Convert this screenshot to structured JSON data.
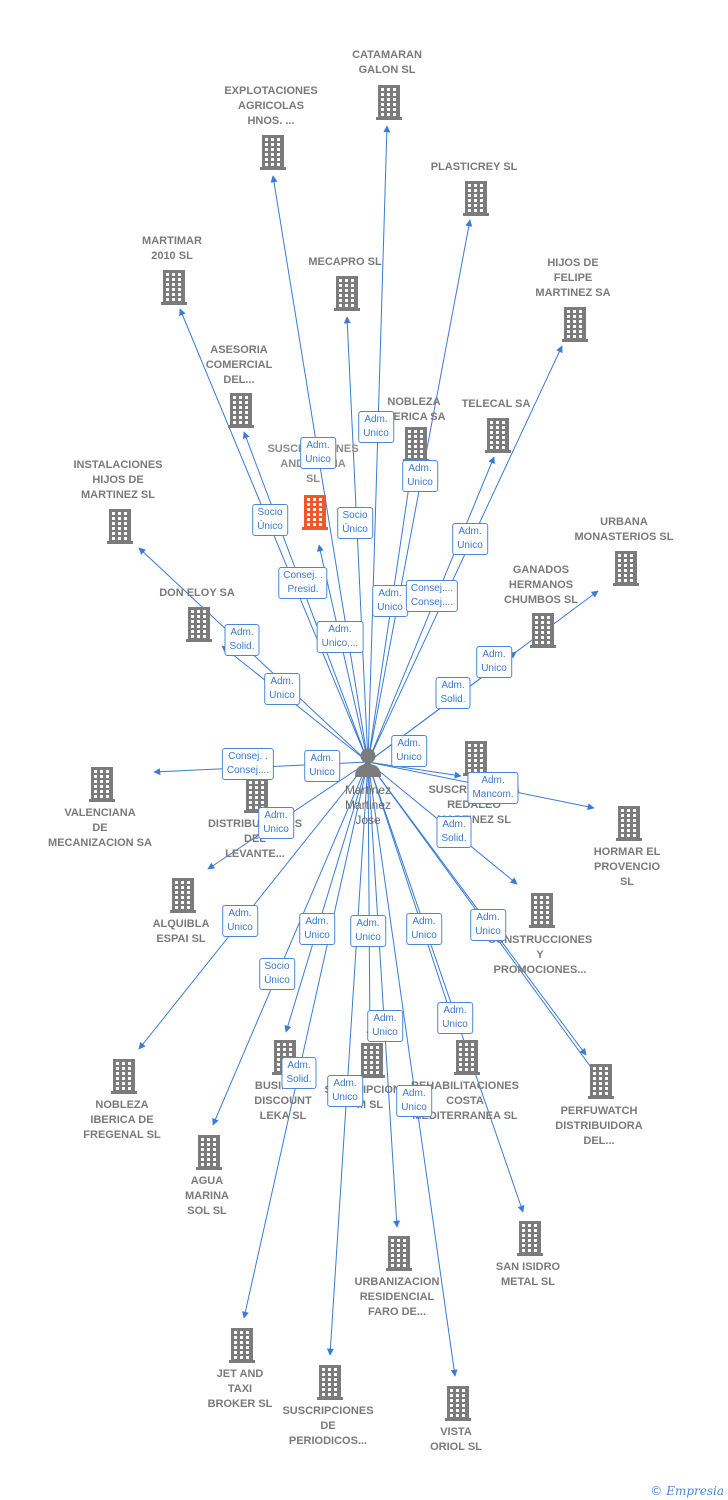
{
  "person": {
    "lines": [
      "Martinez",
      "Martinez",
      "Jose"
    ]
  },
  "companies": [
    {
      "id": "catamaran",
      "lines": [
        "CATAMARAN",
        "GALON SL"
      ],
      "highlight": false
    },
    {
      "id": "explotaciones",
      "lines": [
        "EXPLOTACIONES",
        "AGRICOLAS",
        "HNOS. ..."
      ],
      "highlight": false
    },
    {
      "id": "plasticrey",
      "lines": [
        "PLASTICREY SL"
      ],
      "highlight": false
    },
    {
      "id": "martimar",
      "lines": [
        "MARTIMAR",
        "2010 SL"
      ],
      "highlight": false
    },
    {
      "id": "mecapro",
      "lines": [
        "MECAPRO SL"
      ],
      "highlight": false
    },
    {
      "id": "hijos-felipe",
      "lines": [
        "HIJOS DE",
        "FELIPE",
        "MARTINEZ SA"
      ],
      "highlight": false
    },
    {
      "id": "asesoria",
      "lines": [
        "ASESORIA",
        "COMERCIAL",
        "DEL..."
      ],
      "highlight": false
    },
    {
      "id": "nobleza-iberica",
      "lines": [
        "NOBLEZA",
        "IBERICA SA"
      ],
      "highlight": false
    },
    {
      "id": "telecal",
      "lines": [
        "TELECAL SA"
      ],
      "highlight": false
    },
    {
      "id": "suscripciones-andalucia",
      "lines": [
        "SUSCRIPCIONES",
        "ANDALUCIA",
        "SL"
      ],
      "highlight": true
    },
    {
      "id": "instalaciones",
      "lines": [
        "INSTALACIONES",
        "HIJOS DE",
        "MARTINEZ SL"
      ],
      "highlight": false
    },
    {
      "id": "urbana",
      "lines": [
        "URBANA",
        "MONASTERIOS SL"
      ],
      "highlight": false
    },
    {
      "id": "ganados",
      "lines": [
        "GANADOS",
        "HERMANOS",
        "CHUMBOS  SL"
      ],
      "highlight": false
    },
    {
      "id": "don-eloy",
      "lines": [
        "DON ELOY SA"
      ],
      "highlight": false
    },
    {
      "id": "valenciana",
      "lines": [
        "VALENCIANA",
        "DE",
        "MECANIZACION SA"
      ],
      "highlight": false
    },
    {
      "id": "distribuciones",
      "lines": [
        "DISTRIBUCIONES",
        "DEL",
        "LEVANTE..."
      ],
      "highlight": false
    },
    {
      "id": "suscripciones-redaleo",
      "lines": [
        "SUSCRIPCIONES",
        "REDALEO",
        "MARTINEZ SL"
      ],
      "highlight": false
    },
    {
      "id": "hormar",
      "lines": [
        "HORMAR EL",
        "PROVENCIO",
        "SL"
      ],
      "highlight": false
    },
    {
      "id": "alquibla",
      "lines": [
        "ALQUIBLA",
        "ESPAI SL"
      ],
      "highlight": false
    },
    {
      "id": "construcciones",
      "lines": [
        "CONSTRUCCIONES",
        "Y",
        "PROMOCIONES..."
      ],
      "highlight": false
    },
    {
      "id": "nobleza-fregenal",
      "lines": [
        "NOBLEZA",
        "IBERICA DE",
        "FREGENAL  SL"
      ],
      "highlight": false
    },
    {
      "id": "business",
      "lines": [
        "BUSINESS",
        "DISCOUNT",
        "LEKA SL"
      ],
      "highlight": false
    },
    {
      "id": "suscripciones-m",
      "lines": [
        "SUSCRIPCIONES",
        "M  SL"
      ],
      "highlight": false
    },
    {
      "id": "rehabilitaciones",
      "lines": [
        "REHABILITACIONES",
        "COSTA",
        "MEDITERRANEA SL"
      ],
      "highlight": false
    },
    {
      "id": "perfuwatch",
      "lines": [
        "PERFUWATCH",
        "DISTRIBUIDORA",
        "DEL..."
      ],
      "highlight": false
    },
    {
      "id": "agua-marina",
      "lines": [
        "AGUA",
        "MARINA",
        "SOL SL"
      ],
      "highlight": false
    },
    {
      "id": "urbanizacion",
      "lines": [
        "URBANIZACION",
        "RESIDENCIAL",
        "FARO DE..."
      ],
      "highlight": false
    },
    {
      "id": "san-isidro",
      "lines": [
        "SAN ISIDRO",
        "METAL SL"
      ],
      "highlight": false
    },
    {
      "id": "jet-taxi",
      "lines": [
        "JET AND",
        "TAXI",
        "BROKER SL"
      ],
      "highlight": false
    },
    {
      "id": "suscripciones-periodicos",
      "lines": [
        "SUSCRIPCIONES",
        "DE",
        "PERIODICOS..."
      ],
      "highlight": false
    },
    {
      "id": "vista-oriol",
      "lines": [
        "VISTA",
        "ORIOL SL"
      ],
      "highlight": false
    }
  ],
  "relations": [
    {
      "lines": [
        "Adm.",
        "Unico"
      ]
    },
    {
      "lines": [
        "Adm.",
        "Unico"
      ]
    },
    {
      "lines": [
        "Adm.",
        "Unico"
      ]
    },
    {
      "lines": [
        "Socio",
        "Único"
      ]
    },
    {
      "lines": [
        "Socio",
        "Único"
      ]
    },
    {
      "lines": [
        "Adm.",
        "Unico"
      ]
    },
    {
      "lines": [
        "Consej. .",
        "Presid."
      ]
    },
    {
      "lines": [
        "Adm.",
        "Unico"
      ]
    },
    {
      "lines": [
        "Consej....",
        "Consej...."
      ]
    },
    {
      "lines": [
        "Adm.",
        "Unico,..."
      ]
    },
    {
      "lines": [
        "Adm.",
        "Solid."
      ]
    },
    {
      "lines": [
        "Adm.",
        "Unico"
      ]
    },
    {
      "lines": [
        "Adm.",
        "Unico"
      ]
    },
    {
      "lines": [
        "Adm.",
        "Solid."
      ]
    },
    {
      "lines": [
        "Adm.",
        "Unico"
      ]
    },
    {
      "lines": [
        "Consej. .",
        "Consej...."
      ]
    },
    {
      "lines": [
        "Adm.",
        "Unico"
      ]
    },
    {
      "lines": [
        "Adm.",
        "Mancom."
      ]
    },
    {
      "lines": [
        "Adm.",
        "Unico"
      ]
    },
    {
      "lines": [
        "Adm.",
        "Solid."
      ]
    },
    {
      "lines": [
        "Adm.",
        "Unico"
      ]
    },
    {
      "lines": [
        "Adm.",
        "Unico"
      ]
    },
    {
      "lines": [
        "Adm.",
        "Unico"
      ]
    },
    {
      "lines": [
        "Adm.",
        "Unico"
      ]
    },
    {
      "lines": [
        "Adm.",
        "Unico"
      ]
    },
    {
      "lines": [
        "Socio",
        "Único"
      ]
    },
    {
      "lines": [
        "Adm.",
        "Unico"
      ]
    },
    {
      "lines": [
        "Adm.",
        "Unico"
      ]
    },
    {
      "lines": [
        "Adm.",
        "Solid."
      ]
    },
    {
      "lines": [
        "Adm.",
        "Unico"
      ]
    },
    {
      "lines": [
        "Adm.",
        "Unico"
      ]
    },
    {
      "lines": [
        "Adm.",
        "Unico"
      ]
    }
  ],
  "colors": {
    "edge": "#3a7bd5",
    "building": "#7b7b7b",
    "building_highlight": "#f0572a",
    "person": "#7b7b7b"
  },
  "credit": {
    "symbol": "©",
    "brand": "Empresia"
  }
}
